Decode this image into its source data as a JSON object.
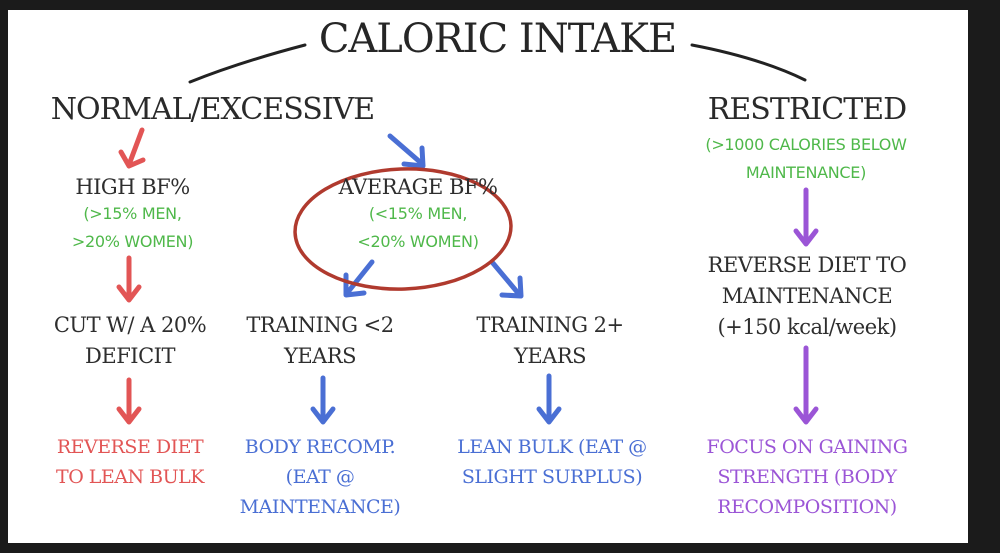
{
  "title": "CALORIC INTAKE",
  "branches": {
    "normal": {
      "label": "NORMAL/EXCESSIVE",
      "high_bf": {
        "label": "HIGH BF%",
        "note": [
          "(>15% MEN,",
          ">20% WOMEN)"
        ],
        "action": [
          "CUT W/ A 20%",
          "DEFICIT"
        ],
        "outcome": [
          "REVERSE DIET",
          "TO LEAN BULK"
        ]
      },
      "average_bf": {
        "label": "AVERAGE BF%",
        "note": [
          "(<15% MEN,",
          "<20% WOMEN)"
        ],
        "training_short": {
          "label": [
            "TRAINING <2",
            "YEARS"
          ],
          "outcome": [
            "BODY RECOMP.",
            "(EAT @",
            "MAINTENANCE)"
          ]
        },
        "training_long": {
          "label": [
            "TRAINING 2+",
            "YEARS"
          ],
          "outcome": [
            "LEAN BULK (EAT @",
            "SLIGHT SURPLUS)"
          ]
        }
      }
    },
    "restricted": {
      "label": "RESTRICTED",
      "note": [
        "(>1000 CALORIES BELOW",
        "MAINTENANCE)"
      ],
      "action": [
        "REVERSE DIET TO",
        "MAINTENANCE",
        "(+150 kcal/week)"
      ],
      "outcome": [
        "FOCUS ON GAINING",
        "STRENGTH (BODY",
        "RECOMPOSITION)"
      ]
    }
  },
  "colors": {
    "text": "#2e2e2e",
    "note_green": "#4fb84a",
    "red": "#e25555",
    "blue": "#4a6fd4",
    "purple": "#9b55d6",
    "highlight_circle": "#b03a2e"
  }
}
